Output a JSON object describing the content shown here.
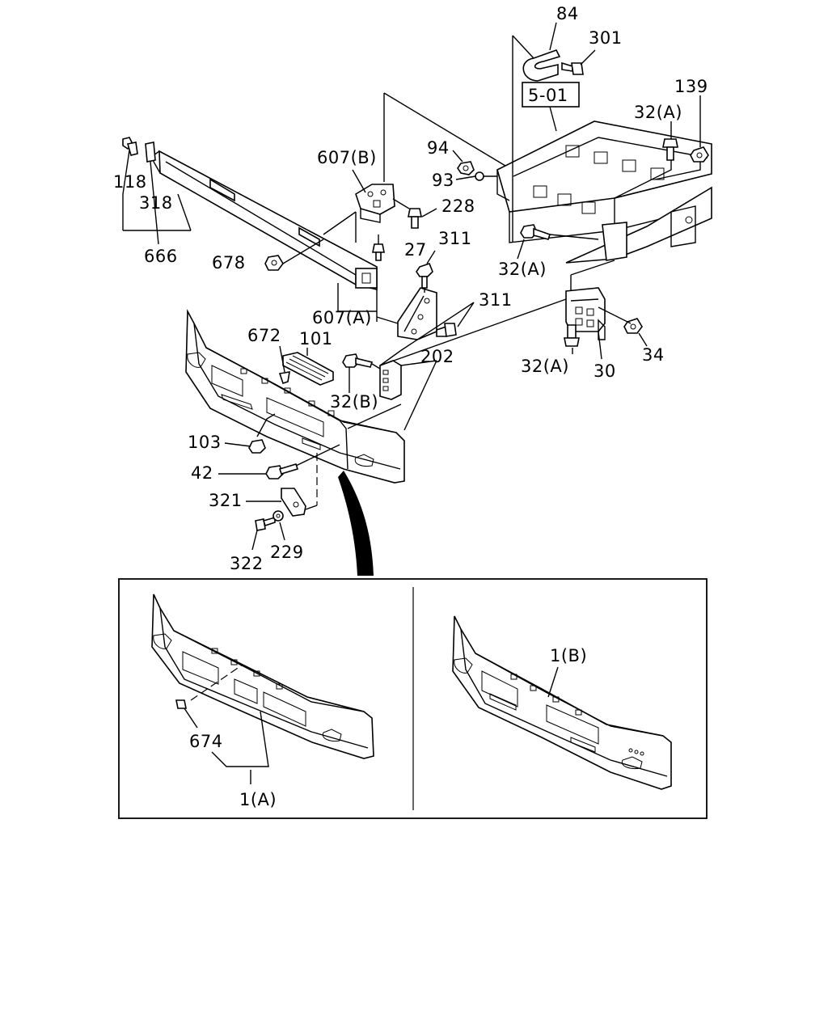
{
  "ref_box": "5-01",
  "callouts": [
    {
      "id": "c84",
      "text": "84"
    },
    {
      "id": "c301",
      "text": "301"
    },
    {
      "id": "c139",
      "text": "139"
    },
    {
      "id": "c32a1",
      "text": "32(A)"
    },
    {
      "id": "c94",
      "text": "94"
    },
    {
      "id": "c93",
      "text": "93"
    },
    {
      "id": "c607b",
      "text": "607(B)"
    },
    {
      "id": "c228",
      "text": "228"
    },
    {
      "id": "c118",
      "text": "118"
    },
    {
      "id": "c318",
      "text": "318"
    },
    {
      "id": "c666",
      "text": "666"
    },
    {
      "id": "c678",
      "text": "678"
    },
    {
      "id": "c27",
      "text": "27"
    },
    {
      "id": "c311a",
      "text": "311"
    },
    {
      "id": "c32a2",
      "text": "32(A)"
    },
    {
      "id": "c607a",
      "text": "607(A)"
    },
    {
      "id": "c311b",
      "text": "311"
    },
    {
      "id": "c672",
      "text": "672"
    },
    {
      "id": "c101",
      "text": "101"
    },
    {
      "id": "c202",
      "text": "202"
    },
    {
      "id": "c32b",
      "text": "32(B)"
    },
    {
      "id": "c32a3",
      "text": "32(A)"
    },
    {
      "id": "c30",
      "text": "30"
    },
    {
      "id": "c34",
      "text": "34"
    },
    {
      "id": "c103",
      "text": "103"
    },
    {
      "id": "c42",
      "text": "42"
    },
    {
      "id": "c321",
      "text": "321"
    },
    {
      "id": "c322",
      "text": "322"
    },
    {
      "id": "c229",
      "text": "229"
    },
    {
      "id": "c674",
      "text": "674"
    },
    {
      "id": "c1a",
      "text": "1(A)"
    },
    {
      "id": "c1b",
      "text": "1(B)"
    }
  ]
}
